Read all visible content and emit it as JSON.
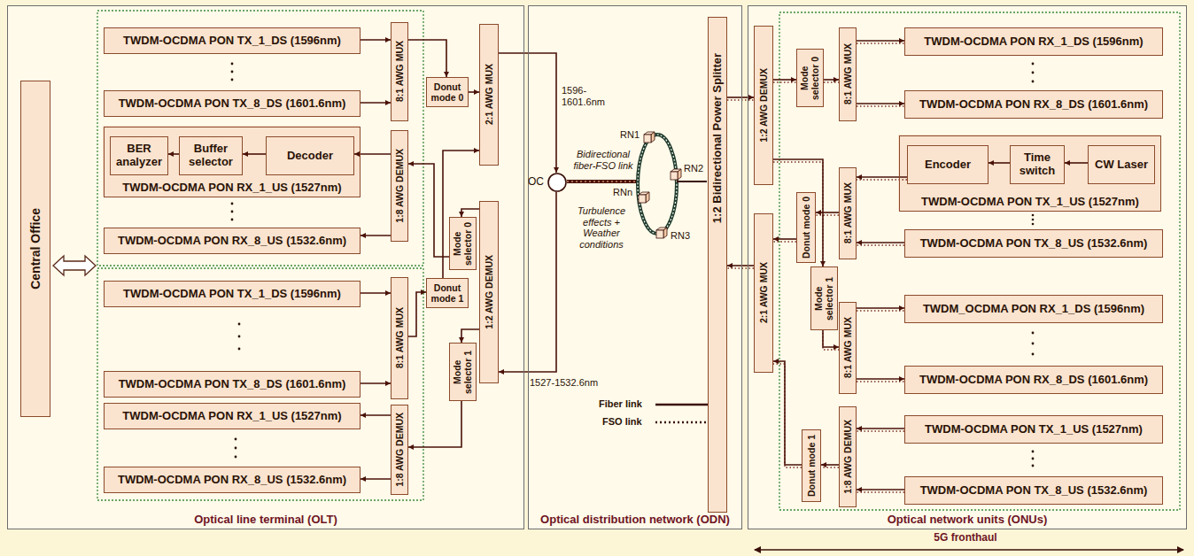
{
  "diagram": {
    "nodes": [
      {
        "text": [
          "Optical line terminal (OLT)"
        ]
      },
      {
        "text": [
          "Central Office"
        ],
        "in": 0
      },
      {
        "text": [
          "TWDM-OCDMA PON TX_1_DS (1596nm)"
        ],
        "in": 0
      },
      {
        "text": [
          "TWDM-OCDMA PON TX_8_DS (1601.6nm)"
        ],
        "in": 0
      },
      {
        "text": [
          "8:1 AWG MUX"
        ],
        "in": 0
      },
      {
        "text": [
          "TWDM-OCDMA PON RX_1_US (1527nm)"
        ],
        "in": 0
      },
      {
        "text": [
          "BER analyzer"
        ],
        "in": 5
      },
      {
        "text": [
          "Buffer selector"
        ],
        "in": 5
      },
      {
        "text": [
          "Decoder"
        ],
        "in": 5
      },
      {
        "text": [
          "TWDM-OCDMA PON RX_8_US (1532.6nm)"
        ],
        "in": 0
      },
      {
        "text": [
          "1:8 AWG DEMUX"
        ],
        "in": 0
      },
      {
        "text": [
          "Donut mode 0"
        ],
        "in": 0
      },
      {
        "text": [
          "2:1 AWG MUX"
        ],
        "in": 0
      },
      {
        "text": [
          "Mode selector 0"
        ],
        "in": 0
      },
      {
        "text": [
          "1:2 AWG DEMUX"
        ],
        "in": 0
      },
      {
        "text": [
          "TWDM-OCDMA PON TX_1_DS (1596nm)"
        ],
        "in": 0
      },
      {
        "text": [
          "TWDM-OCDMA PON TX_8_DS (1601.6nm)"
        ],
        "in": 0
      },
      {
        "text": [
          "8:1 AWG MUX"
        ],
        "in": 0
      },
      {
        "text": [
          "Donut mode 1"
        ],
        "in": 0
      },
      {
        "text": [
          "Mode selector 1"
        ],
        "in": 0
      },
      {
        "text": [
          "TWDM-OCDMA PON RX_1_US (1527nm)"
        ],
        "in": 0
      },
      {
        "text": [
          "TWDM-OCDMA PON RX_8_US (1532.6nm)"
        ],
        "in": 0
      },
      {
        "text": [
          "1:8 AWG DEMUX"
        ],
        "in": 0
      },
      {
        "text": [
          "Optical distribution network (ODN)"
        ]
      },
      {
        "text": [
          "OC"
        ],
        "in": 23
      },
      {
        "text": [
          "1:2 Bidirectional Power Splitter"
        ],
        "in": 23
      },
      {
        "text": [
          "Optical network units (ONUs)"
        ]
      },
      {
        "text": [
          "1:2 AWG DEMUX"
        ],
        "in": 26
      },
      {
        "text": [
          "2:1 AWG MUX"
        ],
        "in": 26
      },
      {
        "text": [
          "Mode selector 0"
        ],
        "in": 26
      },
      {
        "text": [
          "8:1 AWG MUX"
        ],
        "in": 26
      },
      {
        "text": [
          "TWDM-OCDMA PON RX_1_DS (1596nm)"
        ],
        "in": 26
      },
      {
        "text": [
          "TWDM-OCDMA PON RX_8_DS (1601.6nm)"
        ],
        "in": 26
      },
      {
        "text": [
          "TWDM-OCDMA PON TX_1_US (1527nm)"
        ],
        "in": 26
      },
      {
        "text": [
          "Encoder"
        ],
        "in": 33
      },
      {
        "text": [
          "Time switch"
        ],
        "in": 33
      },
      {
        "text": [
          "CW Laser"
        ],
        "in": 33
      },
      {
        "text": [
          "8:1 AWG MUX"
        ],
        "in": 26
      },
      {
        "text": [
          "TWDM-OCDMA PON TX_8_US (1532.6nm)"
        ],
        "in": 26
      },
      {
        "text": [
          "Donut mode 0"
        ],
        "in": 26
      },
      {
        "text": [
          "Mode selector 1"
        ],
        "in": 26
      },
      {
        "text": [
          "8:1 AWG MUX"
        ],
        "in": 26
      },
      {
        "text": [
          "TWDM_OCDMA PON RX_1_DS (1596nm)"
        ],
        "in": 26
      },
      {
        "text": [
          "TWDM-OCDMA PON RX_8_DS (1601.6nm)"
        ],
        "in": 26
      },
      {
        "text": [
          "TWDM-OCDMA PON TX_1_US (1527nm)"
        ],
        "in": 26
      },
      {
        "text": [
          "TWDM-OCDMA PON TX_8_US (1532.6nm)"
        ],
        "in": 26
      },
      {
        "text": [
          "1:8 AWG DEMUX"
        ],
        "in": 26
      },
      {
        "text": [
          "Donut mode 1"
        ],
        "in": 26
      }
    ],
    "edges": [
      {
        "from": 2,
        "to": 4,
        "arrow": "to"
      },
      {
        "from": 3,
        "to": 4,
        "arrow": "to"
      },
      {
        "from": 4,
        "to": 11,
        "arrow": "to"
      },
      {
        "from": 11,
        "to": 12,
        "arrow": "to"
      },
      {
        "from": 12,
        "to": 24,
        "arrow": "to"
      },
      {
        "from": 24,
        "to": 14,
        "arrow": "to"
      },
      {
        "from": 14,
        "to": 13,
        "arrow": "to"
      },
      {
        "from": 13,
        "to": 10,
        "arrow": "to"
      },
      {
        "from": 10,
        "to": 8,
        "arrow": "to"
      },
      {
        "from": 8,
        "to": 7,
        "arrow": "to"
      },
      {
        "from": 7,
        "to": 6,
        "arrow": "to"
      },
      {
        "from": 10,
        "to": 9,
        "arrow": "to"
      },
      {
        "from": 15,
        "to": 17,
        "arrow": "to"
      },
      {
        "from": 16,
        "to": 17,
        "arrow": "to"
      },
      {
        "from": 17,
        "to": 18,
        "arrow": "to"
      },
      {
        "from": 18,
        "to": 12,
        "arrow": "to"
      },
      {
        "from": 14,
        "to": 19,
        "arrow": "to"
      },
      {
        "from": 19,
        "to": 22,
        "arrow": "to"
      },
      {
        "from": 22,
        "to": 20,
        "arrow": "to"
      },
      {
        "from": 22,
        "to": 21,
        "arrow": "to"
      },
      {
        "from": 25,
        "to": 27,
        "arrow": "to"
      },
      {
        "from": 28,
        "to": 25,
        "arrow": "to"
      },
      {
        "from": 27,
        "to": 29,
        "arrow": "to"
      },
      {
        "from": 29,
        "to": 30,
        "arrow": "to"
      },
      {
        "from": 30,
        "to": 31,
        "arrow": "to"
      },
      {
        "from": 30,
        "to": 32,
        "arrow": "to"
      },
      {
        "from": 36,
        "to": 35,
        "arrow": "to"
      },
      {
        "from": 35,
        "to": 34,
        "arrow": "to"
      },
      {
        "from": 34,
        "to": 37,
        "arrow": "to"
      },
      {
        "from": 38,
        "to": 37,
        "arrow": "to"
      },
      {
        "from": 37,
        "to": 39,
        "arrow": "to"
      },
      {
        "from": 39,
        "to": 28,
        "arrow": "to"
      },
      {
        "from": 27,
        "to": 40,
        "arrow": "to"
      },
      {
        "from": 40,
        "to": 41,
        "arrow": "to"
      },
      {
        "from": 41,
        "to": 42,
        "arrow": "to"
      },
      {
        "from": 41,
        "to": 43,
        "arrow": "to"
      },
      {
        "from": 44,
        "to": 46,
        "arrow": "to"
      },
      {
        "from": 45,
        "to": 46,
        "arrow": "to"
      },
      {
        "from": 46,
        "to": 47,
        "arrow": "to"
      },
      {
        "from": 47,
        "to": 28,
        "arrow": "to"
      }
    ],
    "labels": [
      "1596-1601.6nm",
      "RN1",
      "RN2",
      "Bidirectional fiber-FSO link",
      "RNn",
      "Turbulence effects + Weather conditions",
      "RN3",
      "1527-1532.6nm",
      "5G fronthaul"
    ],
    "legend": [
      {
        "text": "Fiber link"
      },
      {
        "text": "FSO link"
      }
    ]
  }
}
